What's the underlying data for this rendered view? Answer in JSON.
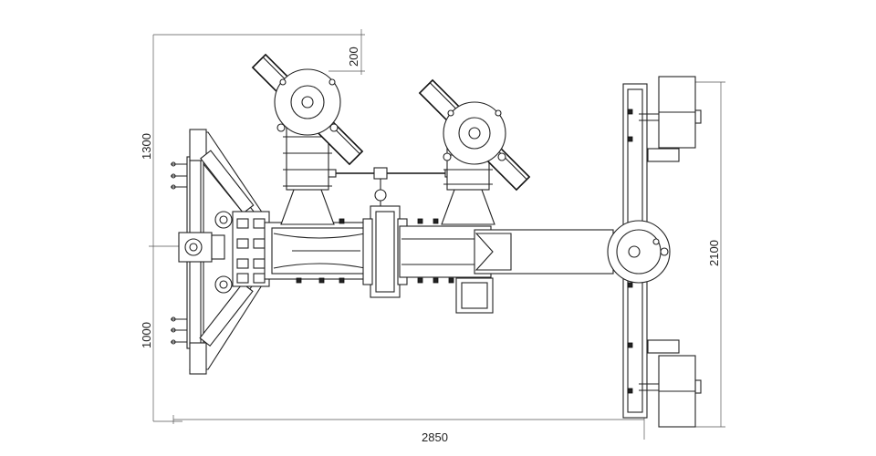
{
  "drawing": {
    "dimensions": {
      "overall_length": "2850",
      "overall_width": "2100",
      "upper_span": "1300",
      "lower_span": "1000",
      "offset": "200"
    }
  }
}
